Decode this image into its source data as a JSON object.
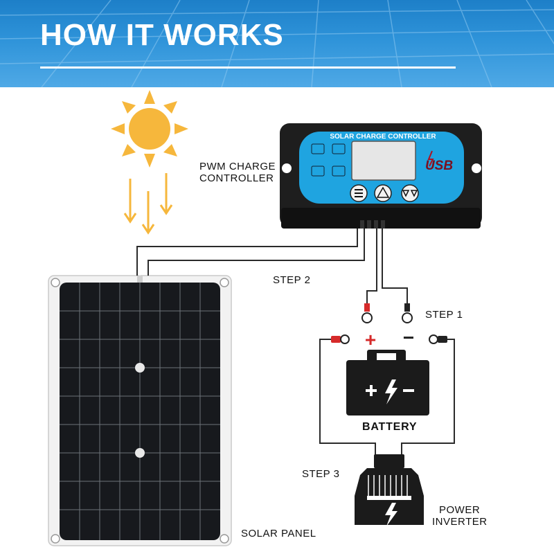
{
  "header": {
    "title": "HOW IT WORKS"
  },
  "controller": {
    "label_line1": "PWM CHARGE",
    "label_line2": "CONTROLLER",
    "panel_title": "SOLAR CHARGE CONTROLLER",
    "usb_text": "USB"
  },
  "steps": {
    "step1": "STEP 1",
    "step2": "STEP 2",
    "step3": "STEP 3"
  },
  "battery": {
    "label": "BATTERY",
    "plus_sign": "+",
    "minus_sign": "−"
  },
  "inverter": {
    "label_line1": "POWER",
    "label_line2": "INVERTER"
  },
  "solar_panel": {
    "label": "SOLAR PANEL"
  },
  "colors": {
    "header_blue": "#2e93d9",
    "controller_face": "#1fa4e0",
    "terminal_red": "#d62a2a",
    "sun": "#f6b73c"
  },
  "icons": [
    "sun-icon",
    "down-arrow-icon",
    "menu-icon",
    "up-arrow-icon",
    "double-down-icon",
    "lightning-icon"
  ]
}
